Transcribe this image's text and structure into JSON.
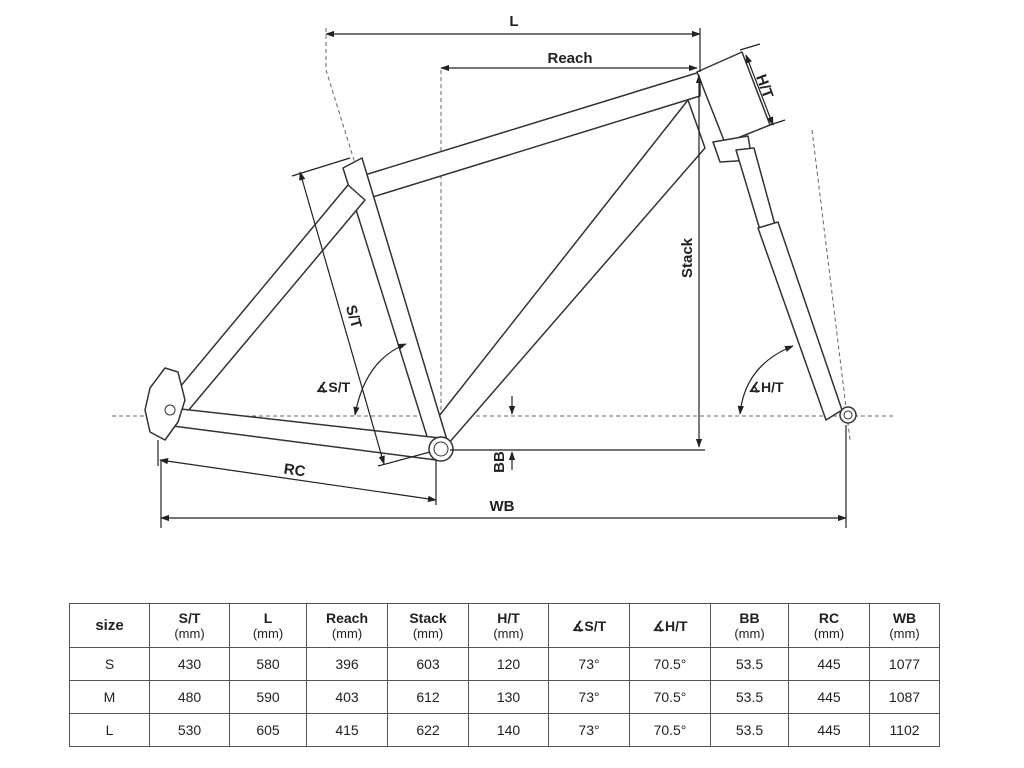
{
  "diagram": {
    "labels": {
      "l": "L",
      "reach": "Reach",
      "ht": "H/T",
      "stack": "Stack",
      "st": "S/T",
      "st_angle": "∡S/T",
      "ht_angle": "∡H/T",
      "bb": "BB",
      "rc": "RC",
      "wb": "WB"
    }
  },
  "table": {
    "headers": [
      {
        "label": "size",
        "unit": ""
      },
      {
        "label": "S/T",
        "unit": "(mm)"
      },
      {
        "label": "L",
        "unit": "(mm)"
      },
      {
        "label": "Reach",
        "unit": "(mm)"
      },
      {
        "label": "Stack",
        "unit": "(mm)"
      },
      {
        "label": "H/T",
        "unit": "(mm)"
      },
      {
        "label": "∡S/T",
        "unit": ""
      },
      {
        "label": "∡H/T",
        "unit": ""
      },
      {
        "label": "BB",
        "unit": "(mm)"
      },
      {
        "label": "RC",
        "unit": "(mm)"
      },
      {
        "label": "WB",
        "unit": "(mm)"
      }
    ],
    "rows": [
      [
        "S",
        "430",
        "580",
        "396",
        "603",
        "120",
        "73°",
        "70.5°",
        "53.5",
        "445",
        "1077"
      ],
      [
        "M",
        "480",
        "590",
        "403",
        "612",
        "130",
        "73°",
        "70.5°",
        "53.5",
        "445",
        "1087"
      ],
      [
        "L",
        "530",
        "605",
        "415",
        "622",
        "140",
        "73°",
        "70.5°",
        "53.5",
        "445",
        "1102"
      ]
    ]
  }
}
